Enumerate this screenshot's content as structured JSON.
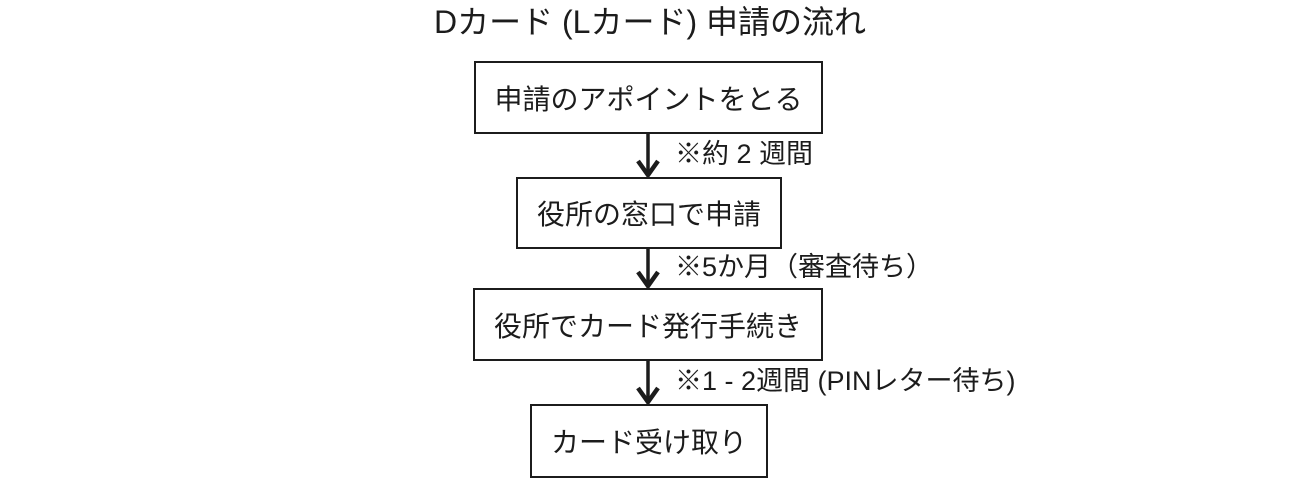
{
  "title": "Dカード (Lカード) 申請の流れ",
  "flow": {
    "steps": [
      {
        "label": "申請のアポイントをとる"
      },
      {
        "label": "役所の窓口で申請"
      },
      {
        "label": "役所でカード発行手続き"
      },
      {
        "label": "カード受け取り"
      }
    ],
    "transitions": [
      {
        "note": "※約 2 週間"
      },
      {
        "note": "※5か月（審査待ち）"
      },
      {
        "note": "※1 - 2週間 (PINレター待ち)"
      }
    ]
  },
  "colors": {
    "ink": "#1c1c1c",
    "background": "#ffffff",
    "box_border": "#1c1c1c"
  },
  "icons": {
    "arrow": "down-arrow-icon"
  }
}
